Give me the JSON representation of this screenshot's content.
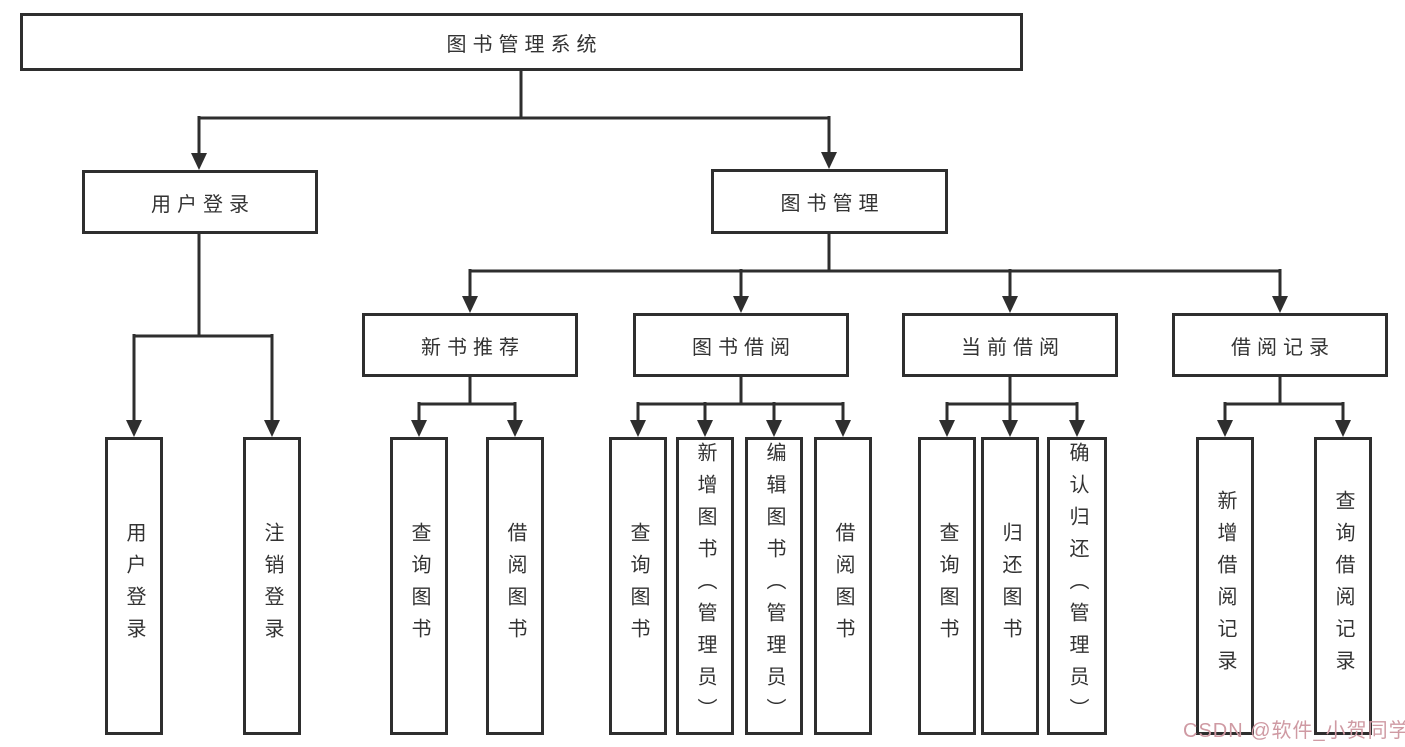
{
  "root": {
    "label": "图书管理系统"
  },
  "level2": [
    {
      "id": "user-login",
      "label": "用户登录"
    },
    {
      "id": "book-management",
      "label": "图书管理"
    }
  ],
  "level3": [
    {
      "id": "new-book-recommend",
      "label": "新书推荐"
    },
    {
      "id": "book-borrow",
      "label": "图书借阅"
    },
    {
      "id": "current-borrow",
      "label": "当前借阅"
    },
    {
      "id": "borrow-record",
      "label": "借阅记录"
    }
  ],
  "leaves": [
    {
      "parent": "user-login",
      "label": "用户登录"
    },
    {
      "parent": "user-login",
      "label": "注销登录"
    },
    {
      "parent": "new-book-recommend",
      "label": "查询图书"
    },
    {
      "parent": "new-book-recommend",
      "label": "借阅图书"
    },
    {
      "parent": "book-borrow",
      "label": "查询图书"
    },
    {
      "parent": "book-borrow",
      "label": "新增图书（管理员）"
    },
    {
      "parent": "book-borrow",
      "label": "编辑图书（管理员）"
    },
    {
      "parent": "book-borrow",
      "label": "借阅图书"
    },
    {
      "parent": "current-borrow",
      "label": "查询图书"
    },
    {
      "parent": "current-borrow",
      "label": "归还图书"
    },
    {
      "parent": "current-borrow",
      "label": "确认归还（管理员）"
    },
    {
      "parent": "borrow-record",
      "label": "新增借阅记录"
    },
    {
      "parent": "borrow-record",
      "label": "查询借阅记录"
    }
  ],
  "watermark": {
    "text": "CSDN @软件_小贺同学"
  },
  "colors": {
    "line": "#2e2e2e",
    "text": "#333333",
    "watermark": "#cf9aa3",
    "background": "#ffffff"
  }
}
